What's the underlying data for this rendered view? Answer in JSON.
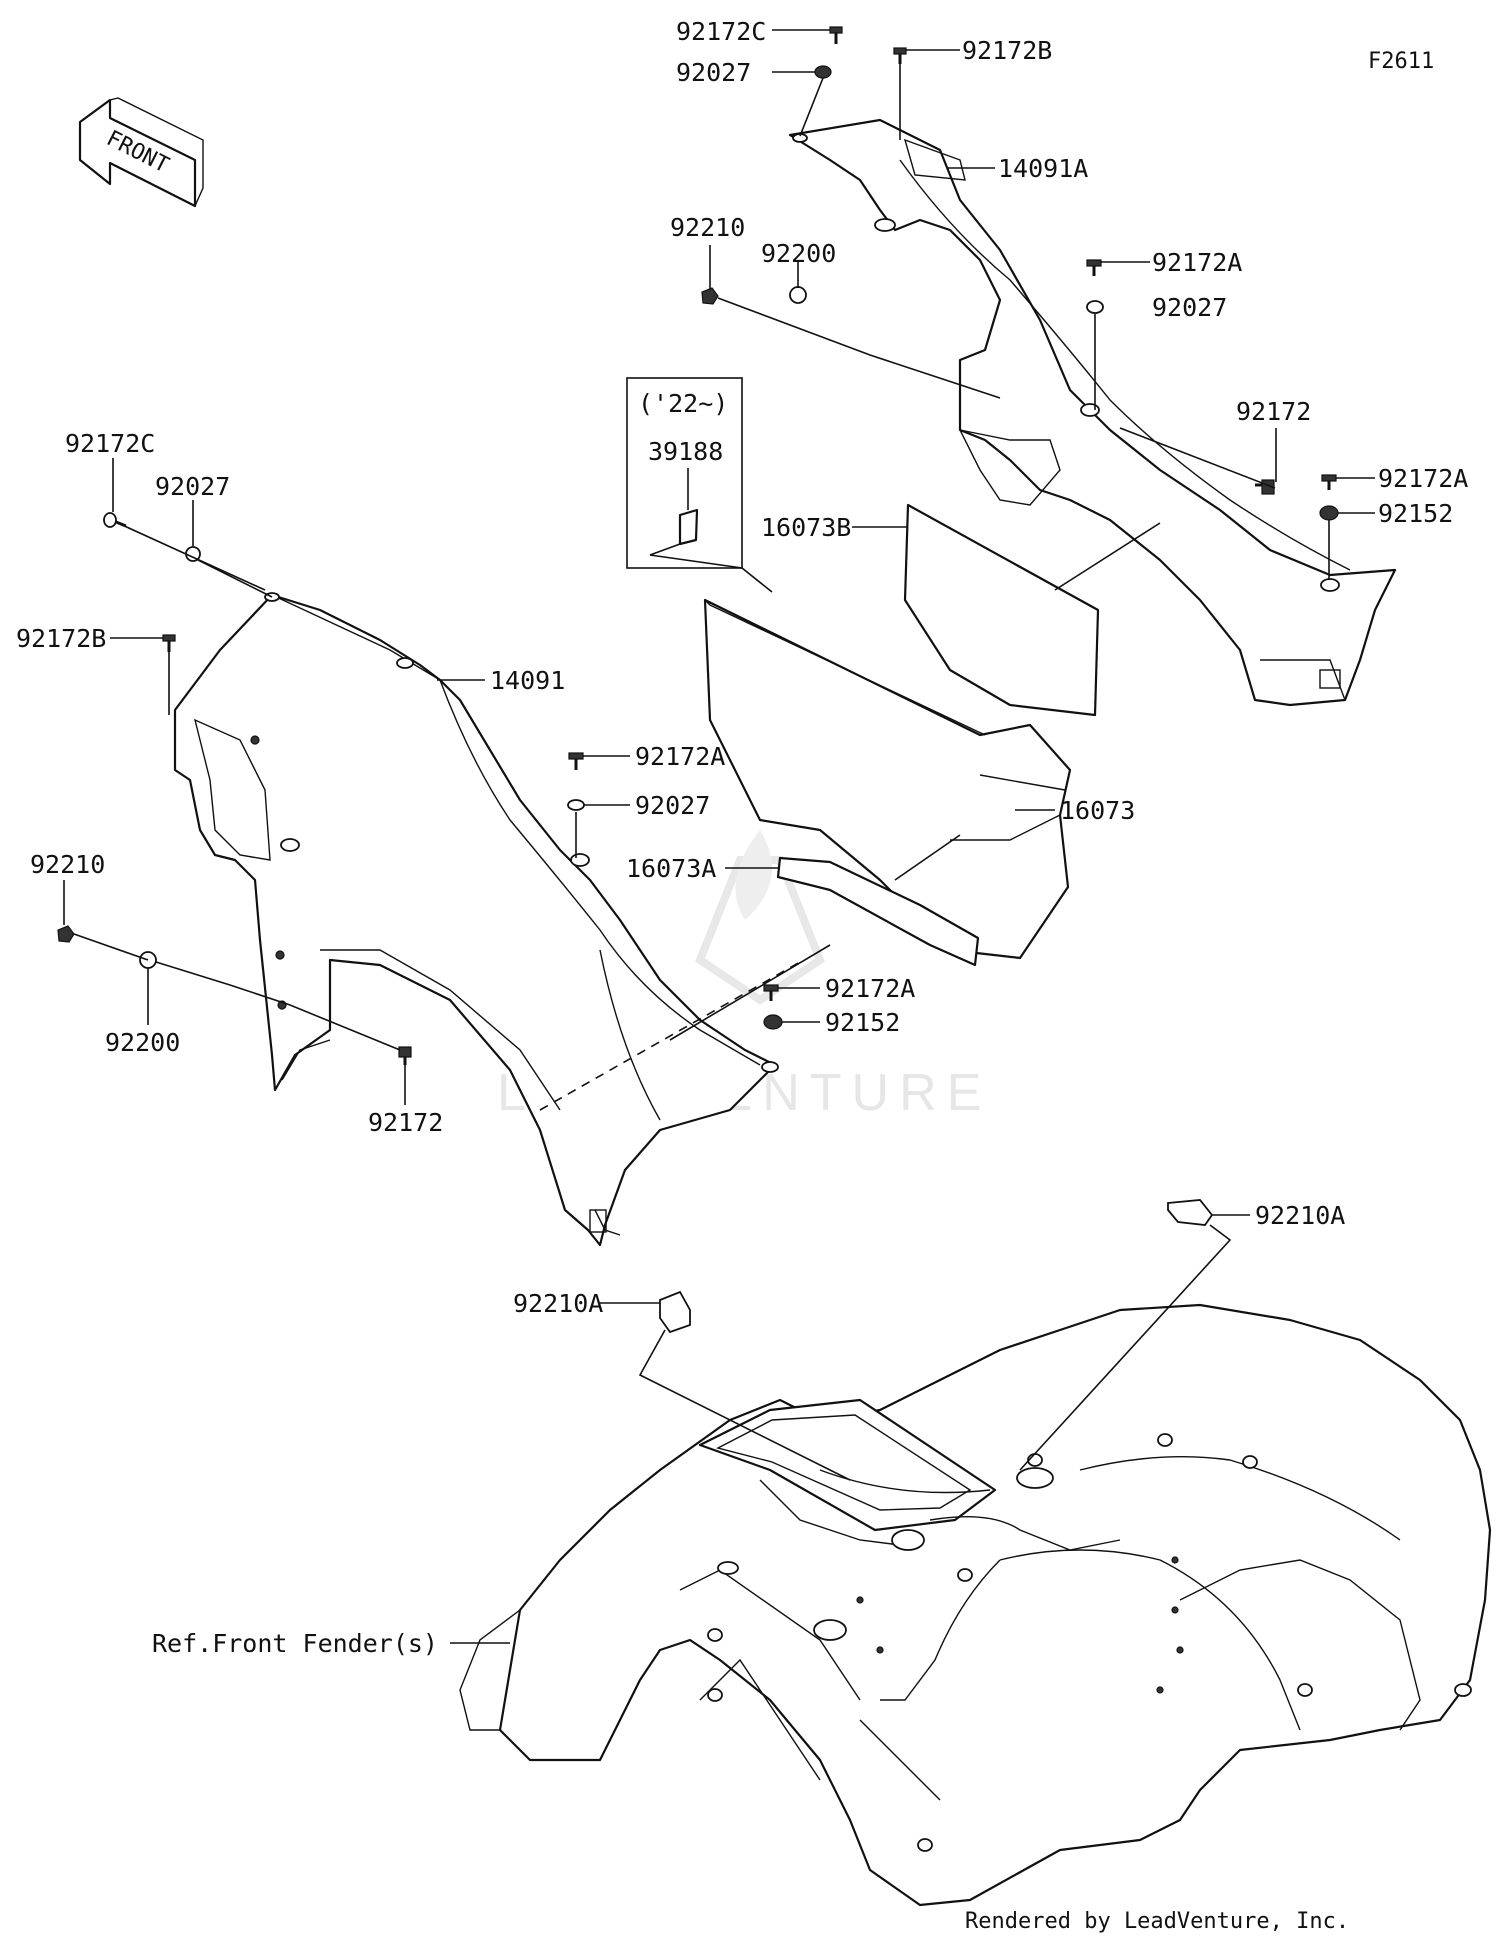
{
  "diagram": {
    "figure_code": "F2611",
    "front_arrow_text": "FRONT",
    "year_box": {
      "year": "('22~)",
      "part": "39188"
    },
    "watermark": "LEADVENTURE",
    "credit": "Rendered by LeadVenture, Inc.",
    "labels": {
      "p92172C_top": "92172C",
      "p92027_top": "92027",
      "p92172B_top": "92172B",
      "p14091A": "14091A",
      "p92210_top": "92210",
      "p92200_top": "92200",
      "p92172A_top": "92172A",
      "p92027_mid_top": "92027",
      "p92172_top": "92172",
      "p92172A_right": "92172A",
      "p92152_right": "92152",
      "p16073B": "16073B",
      "p92172C_left": "92172C",
      "p92027_left": "92027",
      "p92172B_left": "92172B",
      "p14091": "14091",
      "p92172A_mid": "92172A",
      "p92027_mid": "92027",
      "p16073": "16073",
      "p16073A": "16073A",
      "p92210_left": "92210",
      "p92200_left": "92200",
      "p92172A_low": "92172A",
      "p92152_low": "92152",
      "p92172_left": "92172",
      "p92210A_right": "92210A",
      "p92210A_left": "92210A",
      "ref_front_fender": "Ref.Front Fender(s)"
    }
  }
}
